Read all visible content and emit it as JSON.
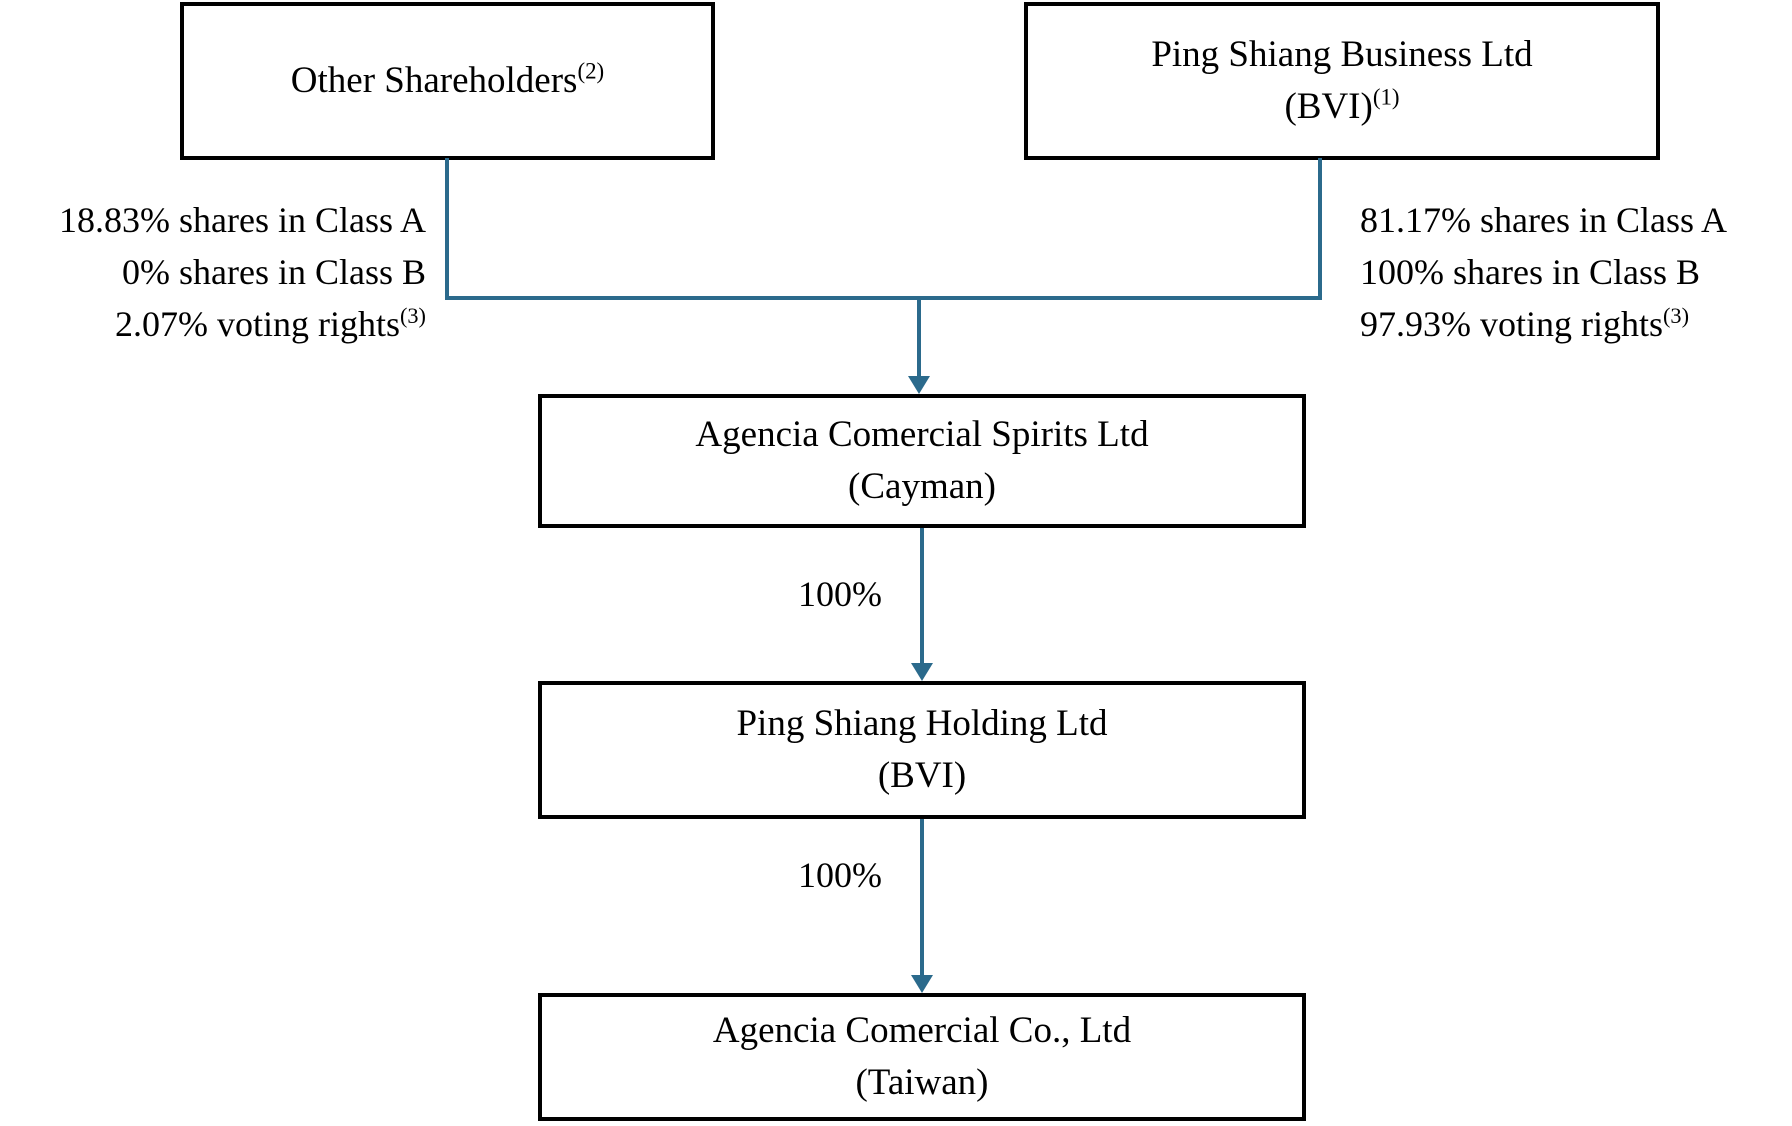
{
  "style": {
    "connector_color": "#2b6a8c",
    "box_border_color": "#000000",
    "background_color": "#ffffff"
  },
  "nodes": {
    "other": {
      "name": "Other Shareholders",
      "footnote": "(2)"
    },
    "business": {
      "name": "Ping Shiang Business Ltd",
      "jurisdiction": "(BVI)",
      "footnote": "(1)"
    },
    "spirits": {
      "name": "Agencia Comercial Spirits Ltd",
      "jurisdiction": "(Cayman)"
    },
    "holding": {
      "name": "Ping Shiang Holding Ltd",
      "jurisdiction": "(BVI)"
    },
    "taiwan": {
      "name": "Agencia Comercial Co., Ltd",
      "jurisdiction": "(Taiwan)"
    }
  },
  "ownership": {
    "other_to_spirits": {
      "class_a": "18.83% shares in Class A",
      "class_b": "0% shares in Class B",
      "voting": "2.07% voting rights",
      "footnote": "(3)"
    },
    "business_to_spirits": {
      "class_a": "81.17% shares in Class A",
      "class_b": "100% shares in Class B",
      "voting": "97.93% voting rights",
      "footnote": "(3)"
    },
    "spirits_to_holding": "100%",
    "holding_to_taiwan": "100%"
  }
}
